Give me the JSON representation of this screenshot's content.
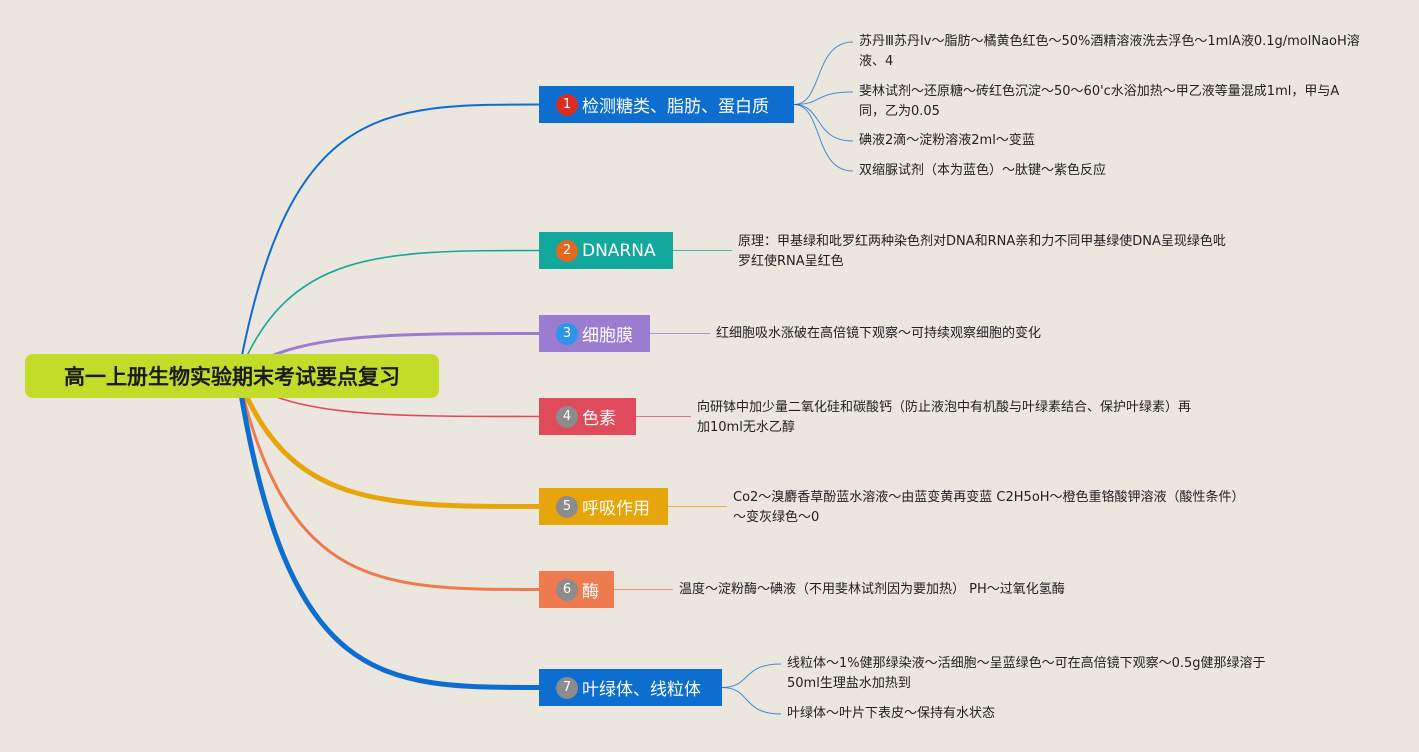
{
  "root": {
    "title": "高一上册生物实验期末考试要点复习",
    "color": "#c1dd2a"
  },
  "branches": [
    {
      "number": "1",
      "label": "检测糖类、脂肪、蛋白质",
      "color": "#0d6ecf",
      "badge_color": "#d62e22",
      "leaves": [
        "苏丹Ⅲ苏丹Iv～脂肪～橘黄色红色～50%酒精溶液洗去浮色～1mlA液0.1g/molNaoH溶液、4",
        "斐林试剂～还原糖～砖红色沉淀～50～60'c水浴加热～甲乙液等量混成1ml，甲与A同，乙为0.05",
        "碘液2滴～淀粉溶液2ml～变蓝",
        "双缩脲试剂（本为蓝色）～肽键～紫色反应"
      ]
    },
    {
      "number": "2",
      "label": "DNARNA",
      "color": "#12a89c",
      "badge_color": "#e06820",
      "leaves": [
        "原理：甲基绿和吡罗红两种染色剂对DNA和RNA亲和力不同甲基绿使DNA呈现绿色吡罗红使RNA呈红色"
      ]
    },
    {
      "number": "3",
      "label": "细胞膜",
      "color": "#9a7cd0",
      "badge_color": "#2b95e8",
      "leaves": [
        "红细胞吸水涨破在高倍镜下观察～可持续观察细胞的变化"
      ]
    },
    {
      "number": "4",
      "label": "色素",
      "color": "#e04b5b",
      "badge_color": "#8c8c8c",
      "leaves": [
        "向研钵中加少量二氧化硅和碳酸钙（防止液泡中有机酸与叶绿素结合、保护叶绿素）再加10ml无水乙醇"
      ]
    },
    {
      "number": "5",
      "label": "呼吸作用",
      "color": "#e6a50a",
      "badge_color": "#8c8c8c",
      "leaves": [
        "Co2～溴麝香草酚蓝水溶液～由蓝变黄再变蓝 C2H5oH～橙色重铬酸钾溶液（酸性条件）～变灰绿色～0"
      ]
    },
    {
      "number": "6",
      "label": "酶",
      "color": "#f07a50",
      "badge_color": "#8c8c8c",
      "leaves": [
        "温度～淀粉酶～碘液（不用斐林试剂因为要加热） PH～过氧化氢酶"
      ]
    },
    {
      "number": "7",
      "label": "叶绿体、线粒体",
      "color": "#0d6ecf",
      "badge_color": "#8c8c8c",
      "leaves": [
        "线粒体～1%健那绿染液～活细胞～呈蓝绿色～可在高倍镜下观察～0.5g健那绿溶于50ml生理盐水加热到",
        "叶绿体～叶片下表皮～保持有水状态"
      ]
    }
  ]
}
